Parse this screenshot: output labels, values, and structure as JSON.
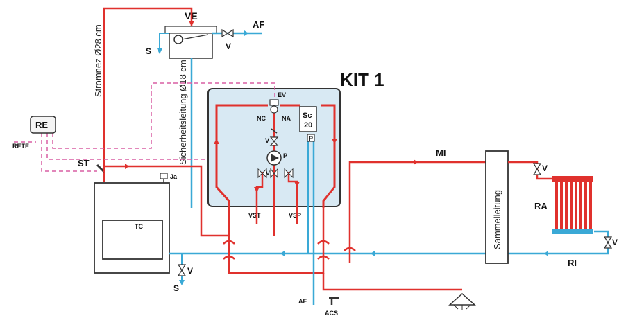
{
  "labels": {
    "ve": "VE",
    "af_top": "AF",
    "s_top": "S",
    "v_top": "V",
    "stromnez": "Stromnez Ø28 cm",
    "sicherheit": "Sicherheitsleitung Ø18 cm",
    "kit": "KIT 1",
    "ev": "EV",
    "nc": "NC",
    "na": "NA",
    "sc": "Sc",
    "sc_num": "20",
    "p_box": "P",
    "p_pump": "P",
    "v_kit1": "V",
    "v_kit2": "V",
    "vst": "VST",
    "vsp": "VSP",
    "re": "RE",
    "rete": "RETE",
    "st": "ST",
    "ja": "Ja",
    "tc": "TC",
    "v_bottom": "V",
    "s_bottom": "S",
    "mi": "MI",
    "sammel": "Sammelleitung",
    "v_right_top": "V",
    "ra": "RA",
    "v_right_bottom": "V",
    "ri": "RI",
    "af_bottom": "AF",
    "acs": "ACS"
  },
  "colors": {
    "flow_red": "#e0312d",
    "return_blue": "#3aa9d6",
    "control_dashed": "#d95fa4",
    "kit_fill": "#d8e9f3",
    "kit_border": "#333333"
  }
}
